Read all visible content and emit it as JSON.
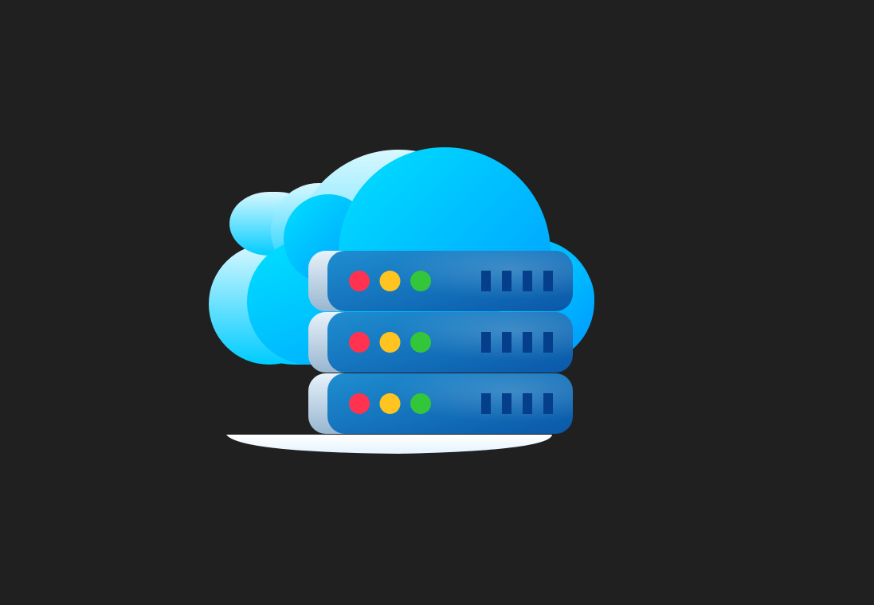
{
  "canvas": {
    "background": "#202020"
  },
  "illustration": {
    "subject": "cloud-server-icon",
    "cloud": {
      "front_light": "#00e0ff",
      "front_dark": "#0099ff",
      "back_light": "#d8f8ff",
      "back_dark": "#00ccff"
    },
    "shadow_color": "#ffffff",
    "server": {
      "unit_count": 3,
      "face_light": "#1f8ed0",
      "face_dark": "#0a58a8",
      "side_light": "#e8f2fa",
      "side_dark": "#98b6d0",
      "slot_color": "#053f8c",
      "slots_per_unit": 4,
      "status_lights": [
        {
          "name": "red-status-light",
          "color": "#ff3350"
        },
        {
          "name": "yellow-status-light",
          "color": "#ffc420"
        },
        {
          "name": "green-status-light",
          "color": "#33c63a"
        }
      ]
    }
  }
}
